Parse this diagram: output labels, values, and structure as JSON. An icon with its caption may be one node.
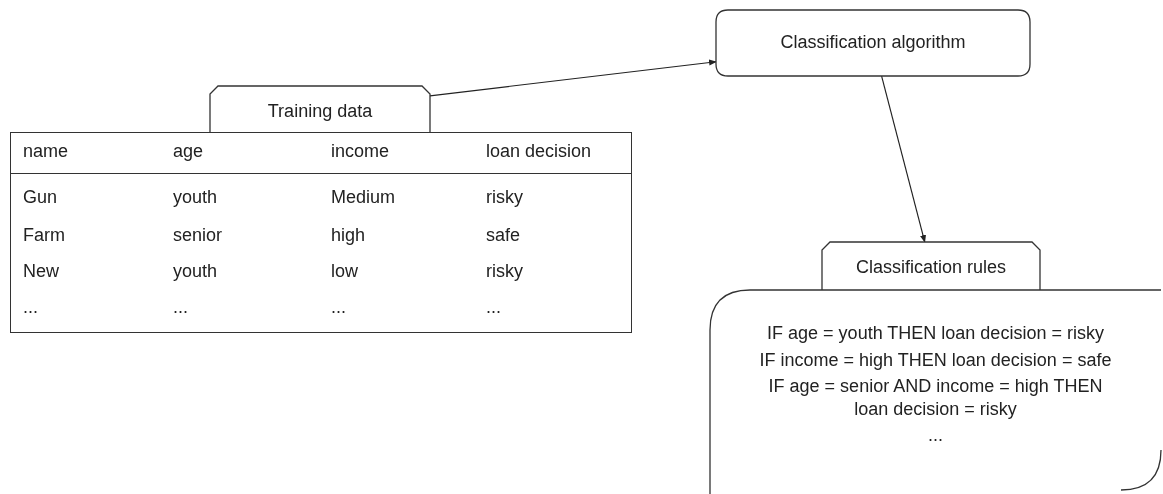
{
  "diagram": {
    "nodes": [
      {
        "text": [
          "Training data"
        ]
      },
      {
        "text": [
          "Classification algorithm"
        ]
      },
      {
        "text": [
          "Classification rules"
        ]
      },
      {
        "text": [
          "IF age = youth THEN loan decision = risky",
          "IF income = high THEN loan decision = safe",
          "IF age = senior AND income = high THEN loan decision = risky",
          "..."
        ]
      }
    ],
    "edges": [
      {
        "from": 0,
        "to": 1,
        "arrow": "to"
      },
      {
        "from": 1,
        "to": 2,
        "arrow": "to"
      }
    ],
    "labels": [
      "name",
      "age",
      "income",
      "loan decision",
      "Gun",
      "youth",
      "Medium",
      "risky",
      "Farm",
      "senior",
      "high",
      "safe",
      "New",
      "youth",
      "low",
      "risky",
      "...",
      "...",
      "...",
      "..."
    ]
  }
}
